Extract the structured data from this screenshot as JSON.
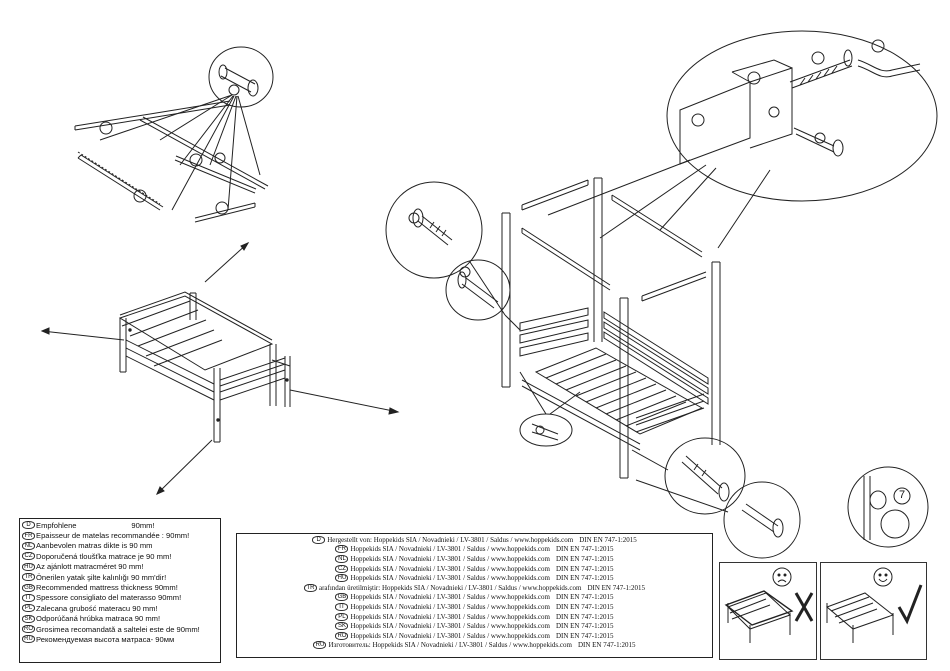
{
  "mattress_info": {
    "lines": [
      {
        "code": "D",
        "text": "Empfohlene                          90mm!"
      },
      {
        "code": "FR",
        "text": "Epaisseur de matelas recommandée : 90mm!"
      },
      {
        "code": "NL",
        "text": "Aanbevolen matras dikte is 90 mm"
      },
      {
        "code": "CZ",
        "text": "Doporučená tloušťka matrace je 90 mm!"
      },
      {
        "code": "HU",
        "text": "Az ajánlott matracméret 90 mm!"
      },
      {
        "code": "TR",
        "text": "Önerilen yatak şilte kalınlığı 90 mm'dir!"
      },
      {
        "code": "GB",
        "text": "Recommended mattress thickness 90mm!"
      },
      {
        "code": "IT",
        "text": "Spessore consigliato del materasso 90mm!"
      },
      {
        "code": "PL",
        "text": "Zalecana grubość materacu 90 mm!"
      },
      {
        "code": "SK",
        "text": "Odporúčaná hrúbka matraca 90 mm!"
      },
      {
        "code": "RO",
        "text": "Grosimea recomandată a saltelei este de 90mm!"
      },
      {
        "code": "RU",
        "text": "Рекомендуемая высота матраса- 90мм"
      }
    ]
  },
  "manufacturer_info": {
    "standard": "DIN EN 747-1:2015",
    "lines": [
      {
        "code": "D",
        "text": "Hergestellt von: Hoppekids SIA / Novadnieki / LV-3801 / Saldus / www.hoppekids.com"
      },
      {
        "code": "FR",
        "text": "Hoppekids SIA / Novadnieki / LV-3801 / Saldus / www.hoppekids.com"
      },
      {
        "code": "NL",
        "text": "Hoppekids SIA / Novadnieki / LV-3801 / Saldus / www.hoppekids.com"
      },
      {
        "code": "CZ",
        "text": "Hoppekids SIA / Novadnieki / LV-3801 / Saldus / www.hoppekids.com"
      },
      {
        "code": "HU",
        "text": "Hoppekids SIA / Novadnieki / LV-3801 / Saldus / www.hoppekids.com"
      },
      {
        "code": "TR",
        "text": "arafından üretilmiştir: Hoppekids SIA / Novadnieki / LV-3801 / Saldus / www.hoppekids.com"
      },
      {
        "code": "GB",
        "text": "Hoppekids SIA / Novadnieki / LV-3801 / Saldus / www.hoppekids.com"
      },
      {
        "code": "IT",
        "text": "Hoppekids SIA / Novadnieki / LV-3801 / Saldus / www.hoppekids.com"
      },
      {
        "code": "PL",
        "text": "Hoppekids SIA / Novadnieki / LV-3801 / Saldus / www.hoppekids.com"
      },
      {
        "code": "SK",
        "text": "Hoppekids SIA / Novadnieki / LV-3801 / Saldus / www.hoppekids.com"
      },
      {
        "code": "RO",
        "text": "Hoppekids SIA / Novadnieki / LV-3801 / Saldus / www.hoppekids.com"
      },
      {
        "code": "RU",
        "text": "Изготовитель: Hoppekids SIA / Novadnieki / LV-3801 / Saldus / www.hoppekids.com"
      }
    ]
  },
  "step_badge": "7",
  "icons": {
    "wrong": "sad-face-cross-icon",
    "right": "happy-face-check-icon"
  }
}
